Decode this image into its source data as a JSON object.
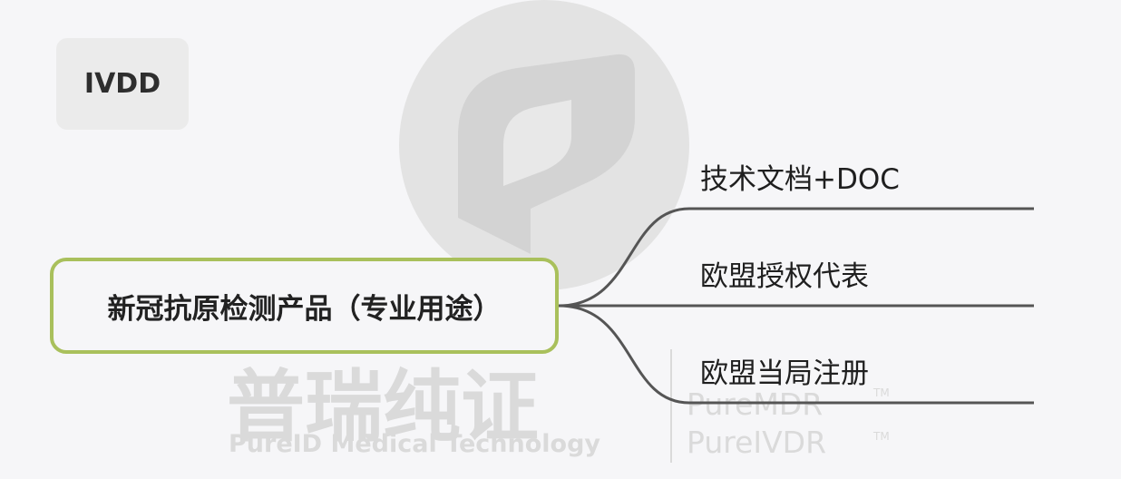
{
  "tag": {
    "label": "IVDD"
  },
  "central_topic": {
    "label": "新冠抗原检测产品（专业用途）"
  },
  "branches": [
    {
      "label": "技术文档+DOC"
    },
    {
      "label": "欧盟授权代表"
    },
    {
      "label": "欧盟当局注册"
    }
  ],
  "watermark": {
    "brand_cn": "普瑞纯证",
    "brand_en": "PureID Medical Technology",
    "product_1": "PureMDR",
    "product_2": "PureIVDR",
    "tm": "TM"
  },
  "colors": {
    "background": "#f6f6f8",
    "central_border": "#a9c05c",
    "connector": "#555555",
    "watermark": "#dadada"
  }
}
